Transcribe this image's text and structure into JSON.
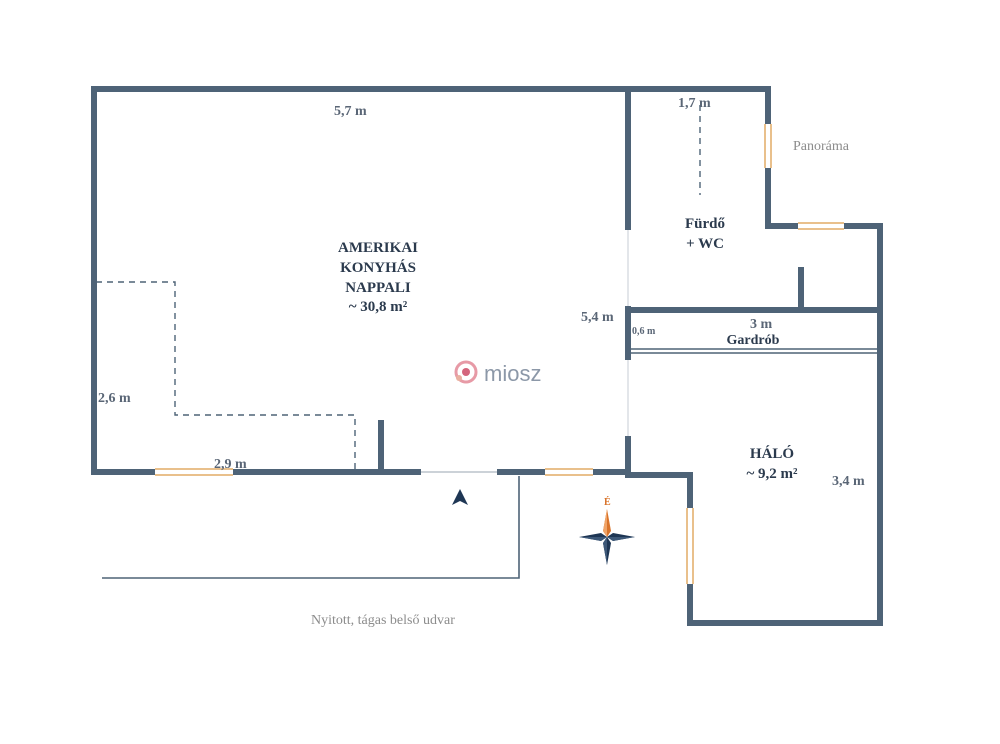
{
  "rooms": {
    "living": {
      "line1": "AMERIKAI",
      "line2": "KONYHÁS",
      "line3": "NAPPALI",
      "area": "~ 30,8 m²"
    },
    "bath": {
      "line1": "Fürdő",
      "line2": "+ WC"
    },
    "wardrobe": {
      "name": "Gardrób"
    },
    "bedroom": {
      "name": "HÁLÓ",
      "area": "~ 9,2 m²"
    }
  },
  "dimensions": {
    "living_width": "5,7 m",
    "living_height": "5,4 m",
    "kitchen_height": "2,6 m",
    "kitchen_width": "2,9 m",
    "bath_width": "1,7 m",
    "wardrobe_width": "3 m",
    "wardrobe_depth": "0,6 m",
    "bedroom_height": "3,4 m"
  },
  "annotations": {
    "panorama": "Panoráma",
    "courtyard": "Nyitott, tágas belső udvar",
    "north": "É"
  },
  "watermark": {
    "text": "miosz"
  },
  "colors": {
    "wall": "#4e6377",
    "window": "#e9c08c",
    "compass_north": "#d9742b",
    "compass_body": "#1e3654"
  }
}
